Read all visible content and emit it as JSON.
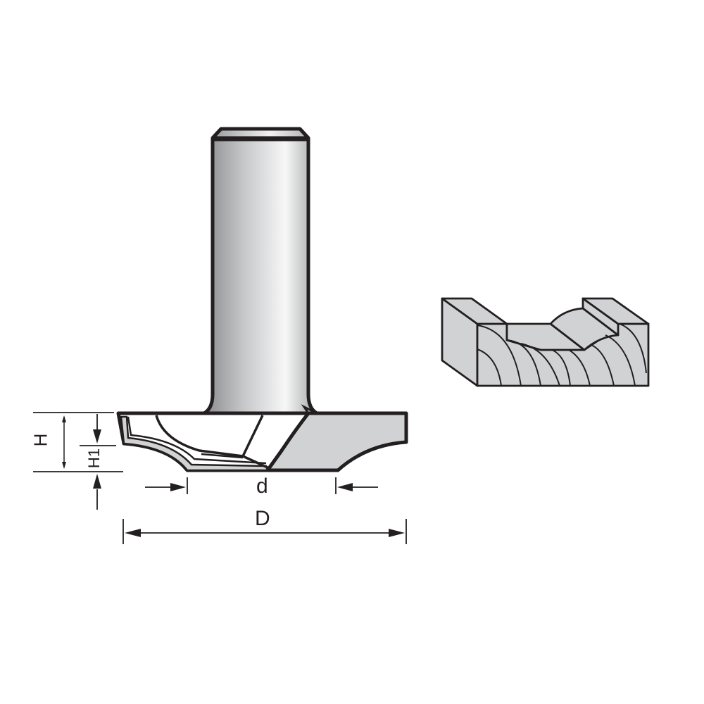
{
  "diagram": {
    "subject": "router bit with profile sample",
    "colors": {
      "outline": "#231f20",
      "fill_gray": "#d1d2d4",
      "shank_dark": "#8a8b8d",
      "shank_light": "#f4f4f4",
      "background": "#ffffff"
    },
    "labels": {
      "H": "H",
      "H1": "H1",
      "d": "d",
      "D": "D"
    },
    "parts": [
      "shank",
      "cutter-body",
      "carbide-tip",
      "profile-sample"
    ]
  }
}
